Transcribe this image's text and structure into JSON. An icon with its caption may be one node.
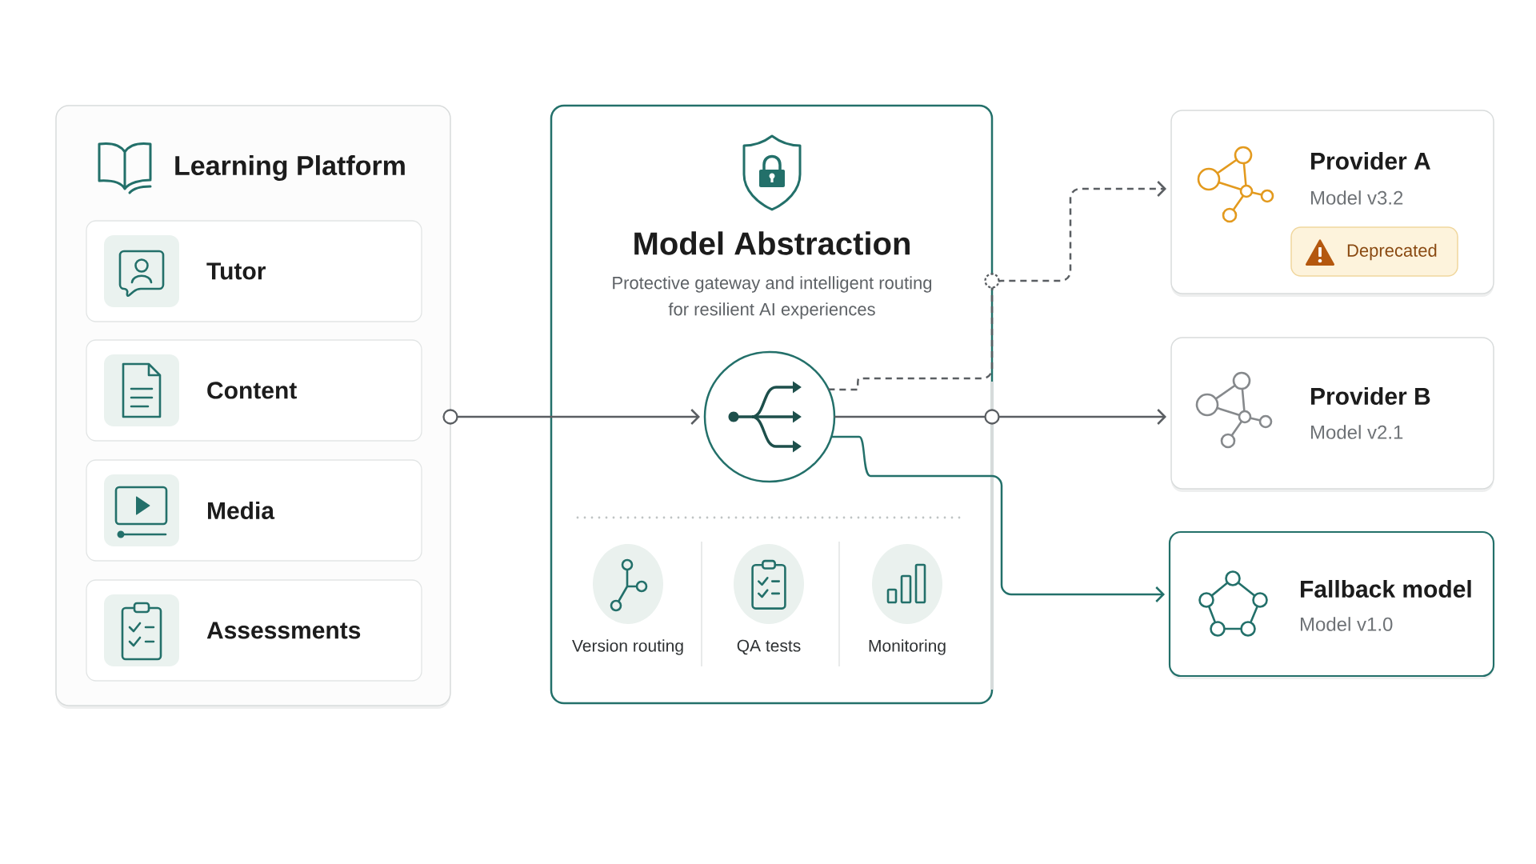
{
  "diagram": {
    "nodes": [
      {
        "text": [
          "Learning Platform"
        ]
      },
      {
        "text": [
          "Tutor"
        ],
        "in": 0
      },
      {
        "text": [
          "Content"
        ],
        "in": 0
      },
      {
        "text": [
          "Media"
        ],
        "in": 0
      },
      {
        "text": [
          "Assessments"
        ],
        "in": 0
      },
      {
        "text": [
          "Model Abstraction",
          "Protective gateway and intelligent routing for resilient AI experiences"
        ]
      },
      {
        "text": [],
        "shape": "circle",
        "in": 5
      },
      {
        "text": [
          "Version routing"
        ],
        "in": 5
      },
      {
        "text": [
          "QA tests"
        ],
        "in": 5
      },
      {
        "text": [
          "Monitoring"
        ],
        "in": 5
      },
      {
        "text": [
          "Provider A",
          "Model v3.2"
        ]
      },
      {
        "text": [
          "Deprecated"
        ],
        "in": 10
      },
      {
        "text": [
          "Provider B",
          "Model v2.1"
        ]
      },
      {
        "text": [
          "Fallback model",
          "Model v1.0"
        ]
      }
    ],
    "edges": [
      {
        "from": 0,
        "to": 6,
        "arrow": "to"
      },
      {
        "from": 6,
        "to": 10,
        "arrow": "to",
        "style": "dashed"
      },
      {
        "from": 6,
        "to": 12,
        "arrow": "to"
      },
      {
        "from": 6,
        "to": 13,
        "arrow": "to",
        "color": "#23706a"
      }
    ]
  }
}
